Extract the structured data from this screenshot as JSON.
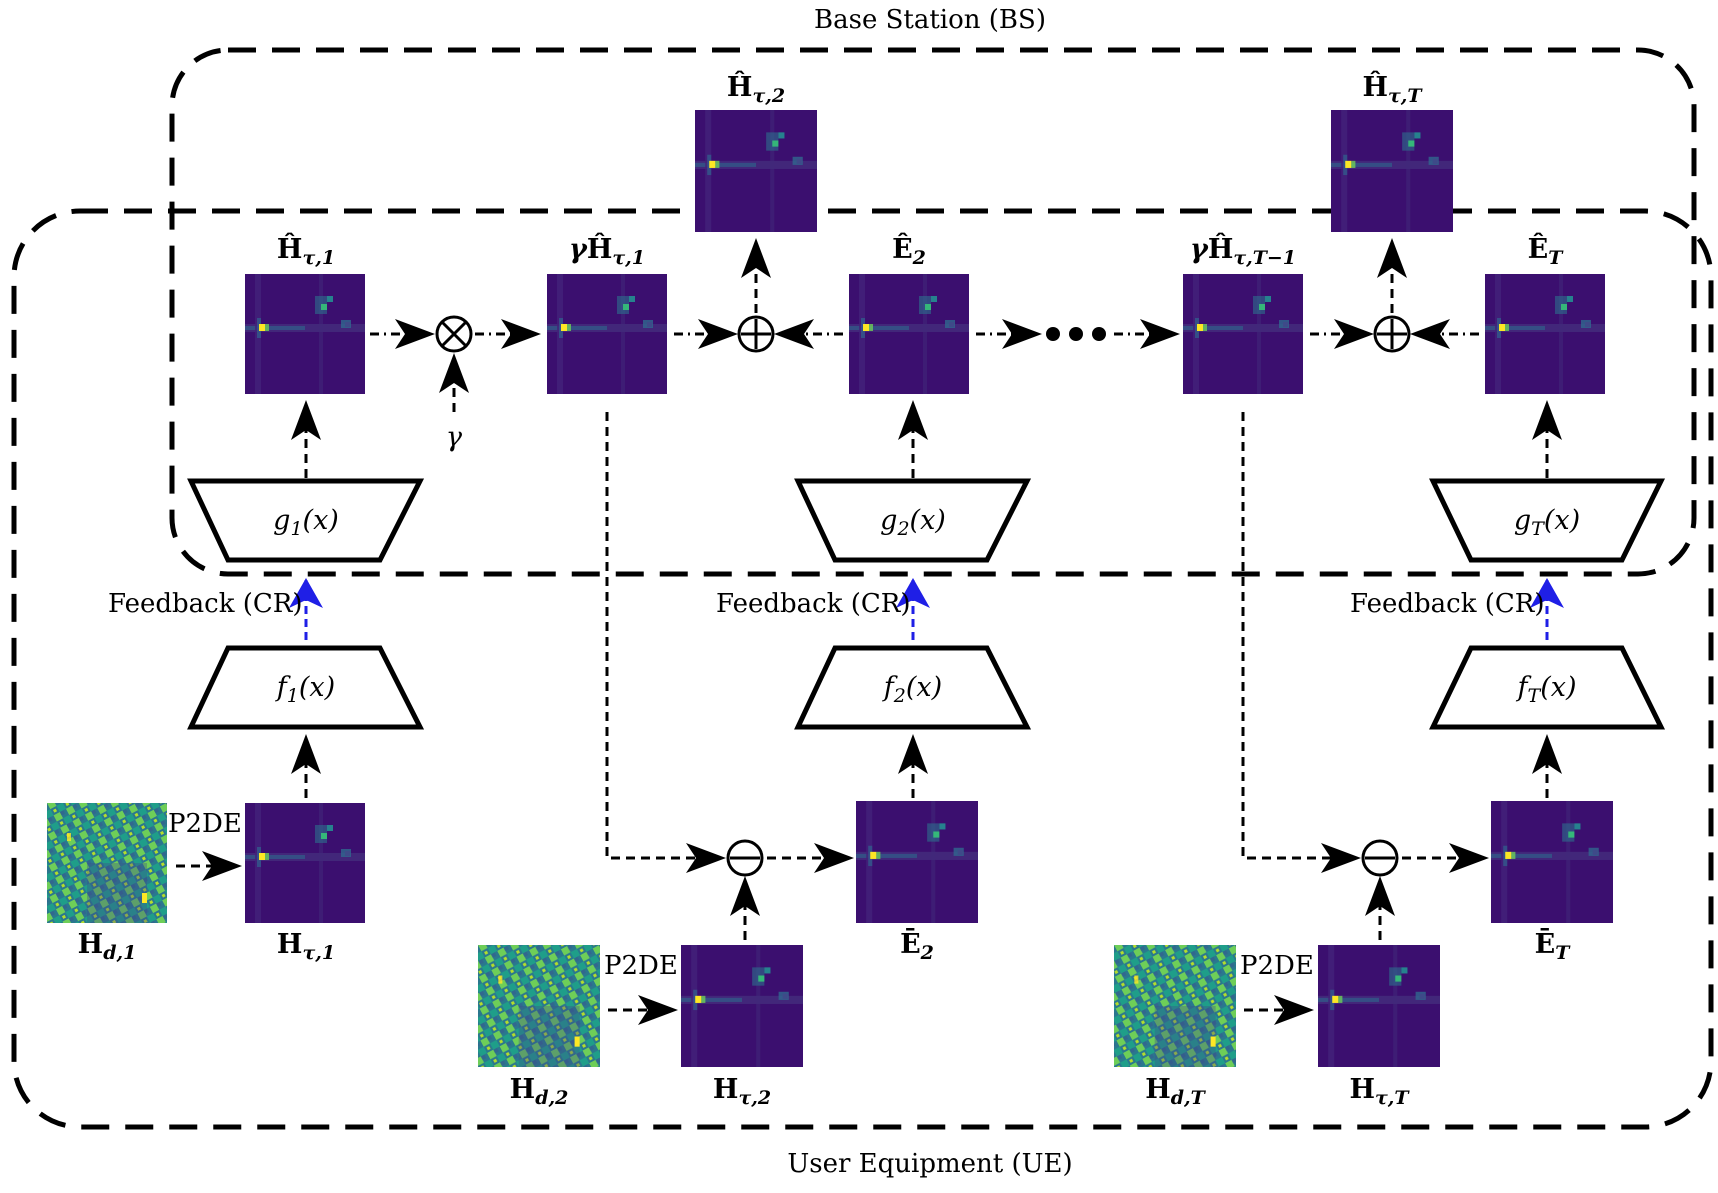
{
  "regions": {
    "bs_label": "Base Station (BS)",
    "ue_label": "User Equipment (UE)"
  },
  "labels": {
    "feedback": "Feedback (CR)",
    "p2de": "P2DE",
    "gamma": "γ",
    "ellipsis": "•••"
  },
  "encoders": [
    {
      "fn": "f",
      "sub": "1",
      "arg": "(x)"
    },
    {
      "fn": "f",
      "sub": "2",
      "arg": "(x)"
    },
    {
      "fn": "f",
      "sub": "T",
      "arg": "(x)"
    }
  ],
  "decoders": [
    {
      "fn": "g",
      "sub": "1",
      "arg": "(x)"
    },
    {
      "fn": "g",
      "sub": "2",
      "arg": "(x)"
    },
    {
      "fn": "g",
      "sub": "T",
      "arg": "(x)"
    }
  ],
  "operators": {
    "multiply": "⊗",
    "add": "⊕",
    "subtract": "⊖"
  },
  "matrices": {
    "h_hat_tau_1": {
      "pre": "",
      "main": "Ĥ",
      "sub": "τ,1"
    },
    "gamma_h_hat_tau_1": {
      "pre": "γ",
      "main": "Ĥ",
      "sub": "τ,1"
    },
    "e_hat_2": {
      "pre": "",
      "main": "Ê",
      "sub": "2"
    },
    "gamma_h_hat_tau_T_minus_1": {
      "pre": "γ",
      "main": "Ĥ",
      "sub": "τ,T−1"
    },
    "e_hat_T": {
      "pre": "",
      "main": "Ê",
      "sub": "T"
    },
    "h_hat_tau_2": {
      "pre": "",
      "main": "Ĥ",
      "sub": "τ,2"
    },
    "h_hat_tau_T": {
      "pre": "",
      "main": "Ĥ",
      "sub": "τ,T"
    },
    "h_d_1": {
      "pre": "",
      "main": "H",
      "sub": "d,1"
    },
    "h_tau_1": {
      "pre": "",
      "main": "H",
      "sub": "τ,1"
    },
    "h_d_2": {
      "pre": "",
      "main": "H",
      "sub": "d,2"
    },
    "h_tau_2": {
      "pre": "",
      "main": "H",
      "sub": "τ,2"
    },
    "h_d_T": {
      "pre": "",
      "main": "H",
      "sub": "d,T"
    },
    "h_tau_T": {
      "pre": "",
      "main": "H",
      "sub": "τ,T"
    },
    "e_bar_2": {
      "pre": "",
      "main": "Ē",
      "sub": "2"
    },
    "e_bar_T": {
      "pre": "",
      "main": "Ē",
      "sub": "T"
    }
  },
  "colors": {
    "heatmap_bg": "#3b0f6f",
    "feedback_arrow": "#1f1fe6",
    "line": "#000000"
  }
}
